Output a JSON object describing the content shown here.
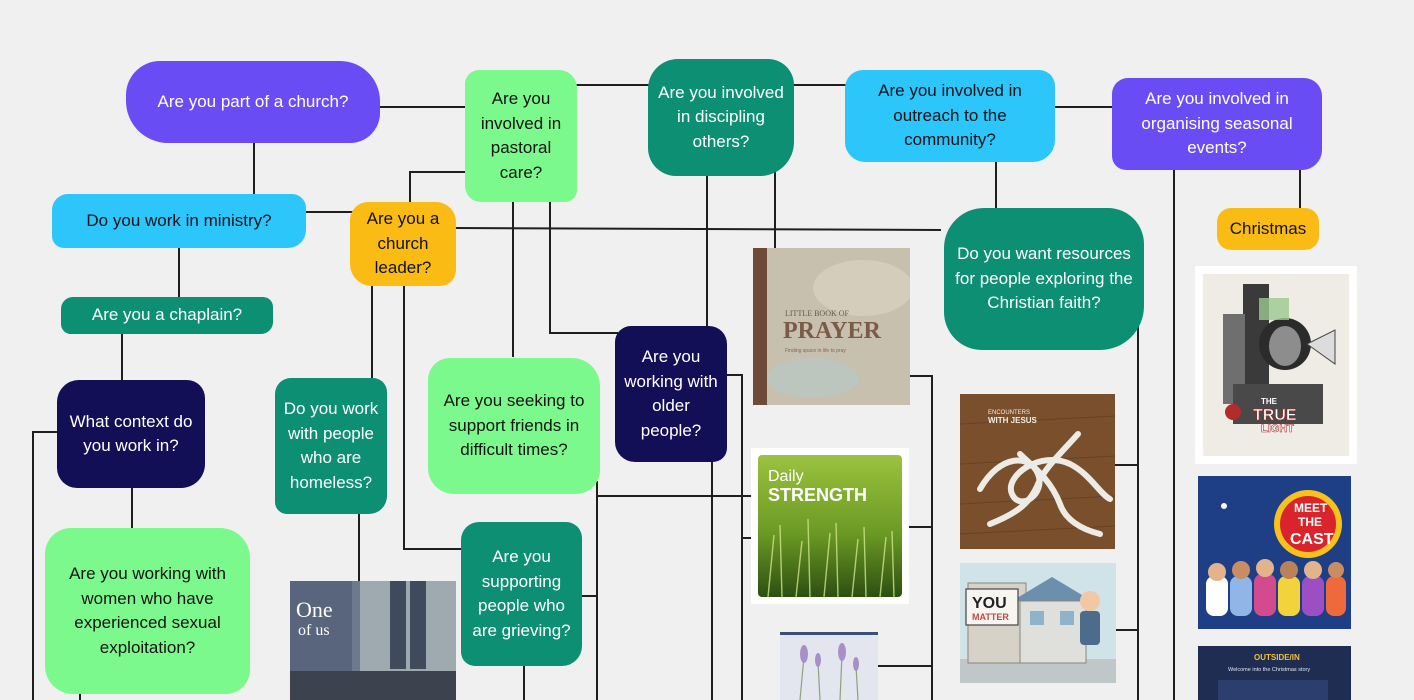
{
  "questions": {
    "church": "Are you part of a church?",
    "pastoral": "Are you involved in pastoral care?",
    "discipling": "Are you involved in discipling others?",
    "outreach": "Are you involved in outreach to the community?",
    "seasonal": "Are you involved in organising seasonal events?",
    "ministry": "Do you work in ministry?",
    "leader": "Are you a church leader?",
    "resources": "Do you want resources for people exploring the Christian faith?",
    "christmas": "Christmas",
    "chaplain": "Are you a chaplain?",
    "context": "What context do you work in?",
    "homeless": "Do you work with people who are homeless?",
    "friends": "Are you seeking to support friends in difficult times?",
    "older": "Are you working with older people?",
    "grieving": "Are you supporting people who are grieving?",
    "exploitation": "Are you working with women who have experienced sexual exploitation?"
  },
  "books": {
    "prayer_small": "LITTLE BOOK OF",
    "prayer_big": "PRAYER",
    "prayer_sub": "Finding space in life to pray",
    "daily_1": "Daily",
    "daily_2": "STRENGTH",
    "encounters_1": "ENCOUNTERS",
    "encounters_2": "WITH JESUS",
    "you_matter_1": "YOU",
    "you_matter_2": "MATTER",
    "one_of_us_1": "One",
    "one_of_us_2": "of us",
    "true_light_1": "THE",
    "true_light_2": "TRUE",
    "true_light_3": "LIGHT",
    "cast_1": "MEET",
    "cast_2": "THE",
    "cast_3": "CAST",
    "outside_in_1": "OUTSIDE/IN",
    "outside_in_2": "Welcome into the Christmas story"
  },
  "colors": {
    "purple": "#6a4cf5",
    "cyan": "#2cc6fb",
    "mint": "#7cf98c",
    "teal": "#0c8f73",
    "navy": "#130f56",
    "amber": "#fbbb15",
    "background": "#f0f0f0"
  }
}
